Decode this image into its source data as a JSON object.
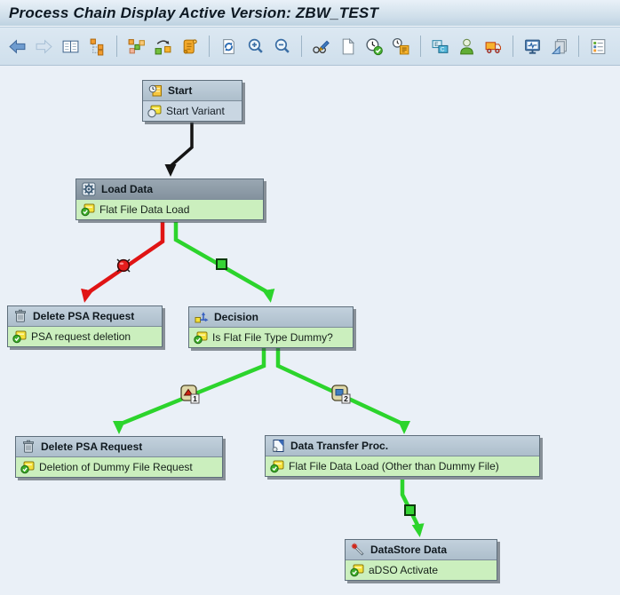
{
  "title": "Process Chain Display Active Version: ZBW_TEST",
  "toolbar": {
    "icon_names": [
      "back",
      "forward",
      "detail-view",
      "hierarchy",
      "network-view",
      "align-objects",
      "log",
      "refresh",
      "zoom-in",
      "zoom-out",
      "display-change",
      "create",
      "schedule",
      "background-jobs",
      "checking-view",
      "assigned-user",
      "transport",
      "monitor",
      "print-preview",
      "legend"
    ]
  },
  "nodes": {
    "start": {
      "title": "Start",
      "variant": "Start Variant"
    },
    "load_data": {
      "title": "Load Data",
      "variant": "Flat File Data Load"
    },
    "delete_psa_top": {
      "title": "Delete PSA Request",
      "variant": "PSA request deletion"
    },
    "decision": {
      "title": "Decision",
      "variant": "Is Flat File Type Dummy?"
    },
    "delete_psa_bottom": {
      "title": "Delete PSA Request",
      "variant": "Deletion of Dummy File Request"
    },
    "data_transfer": {
      "title": "Data Transfer Proc.",
      "variant": "Flat File Data Load (Other than Dummy File)"
    },
    "datastore": {
      "title": "DataStore Data",
      "variant": "aDSO Activate"
    }
  },
  "connectors": {
    "decision_option_1": "1",
    "decision_option_2": "2"
  },
  "colors": {
    "success_line": "#2cd42c",
    "error_line": "#e01414",
    "neutral_line": "#141414",
    "node_header": "#b8c7d4",
    "node_header_selected": "#8e9aa6",
    "node_body_green": "#cbefbe",
    "node_body_blue": "#c9d6e2",
    "canvas_background": "#eaf0f7"
  }
}
